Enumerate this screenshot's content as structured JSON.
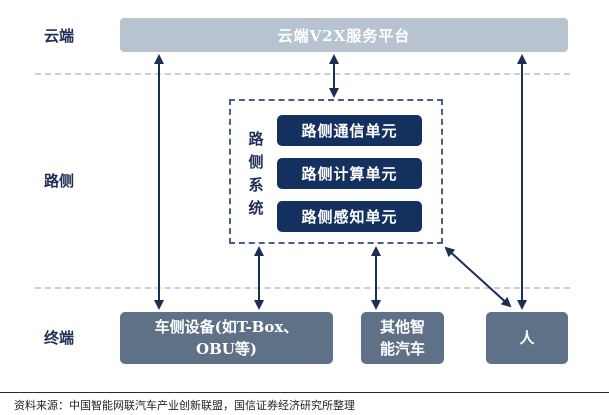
{
  "tiers": {
    "cloud": "云端",
    "roadside": "路侧",
    "terminal": "终端"
  },
  "cloud_platform": "云端V2X服务平台",
  "roadside_system": {
    "label_chars": [
      "路",
      "侧",
      "系",
      "统"
    ],
    "units": [
      "路侧通信单元",
      "路侧计算单元",
      "路侧感知单元"
    ]
  },
  "terminals": {
    "vehicle_device_line1": "车侧设备(如T-Box、",
    "vehicle_device_line2": "OBU等)",
    "other_car_line1": "其他智",
    "other_car_line2": "能汽车",
    "person": "人"
  },
  "source": "资料来源：中国智能网联汽车产业创新联盟，国信证券经济研究所整理",
  "colors": {
    "cloud_box": "#b8c3d0",
    "unit_box": "#14305e",
    "terminal_box": "#5f7186",
    "arrow": "#1b2f55"
  }
}
